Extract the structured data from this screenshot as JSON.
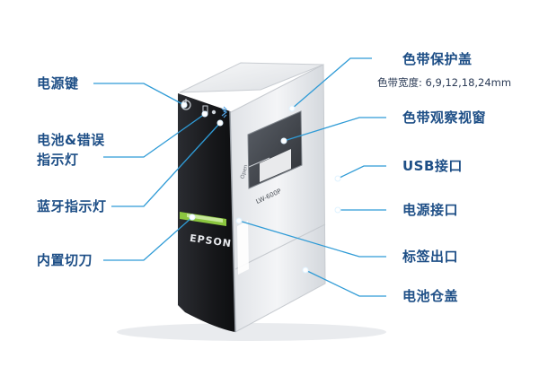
{
  "labels": {
    "power_key": "电源键",
    "battery_error_line1": "电池&错误",
    "battery_error_line2": "指示灯",
    "bluetooth_led": "蓝牙指示灯",
    "cutter": "内置切刀",
    "tape_cover": "色带保护盖",
    "tape_width": "色带宽度: 6,9,12,18,24mm",
    "tape_window": "色带观察视窗",
    "usb_port": "USB接口",
    "power_port": "电源接口",
    "label_exit": "标签出口",
    "battery_cover": "电池仓盖"
  },
  "device": {
    "brand": "EPSON",
    "model": "LW-600P",
    "open_text": "Open"
  },
  "colors": {
    "label_text": "#1d4e86",
    "leader_line": "#2f9bd6",
    "device_body": "#eef0f2",
    "device_front": "#1a1c20",
    "accent_green": "#8bc63f"
  }
}
